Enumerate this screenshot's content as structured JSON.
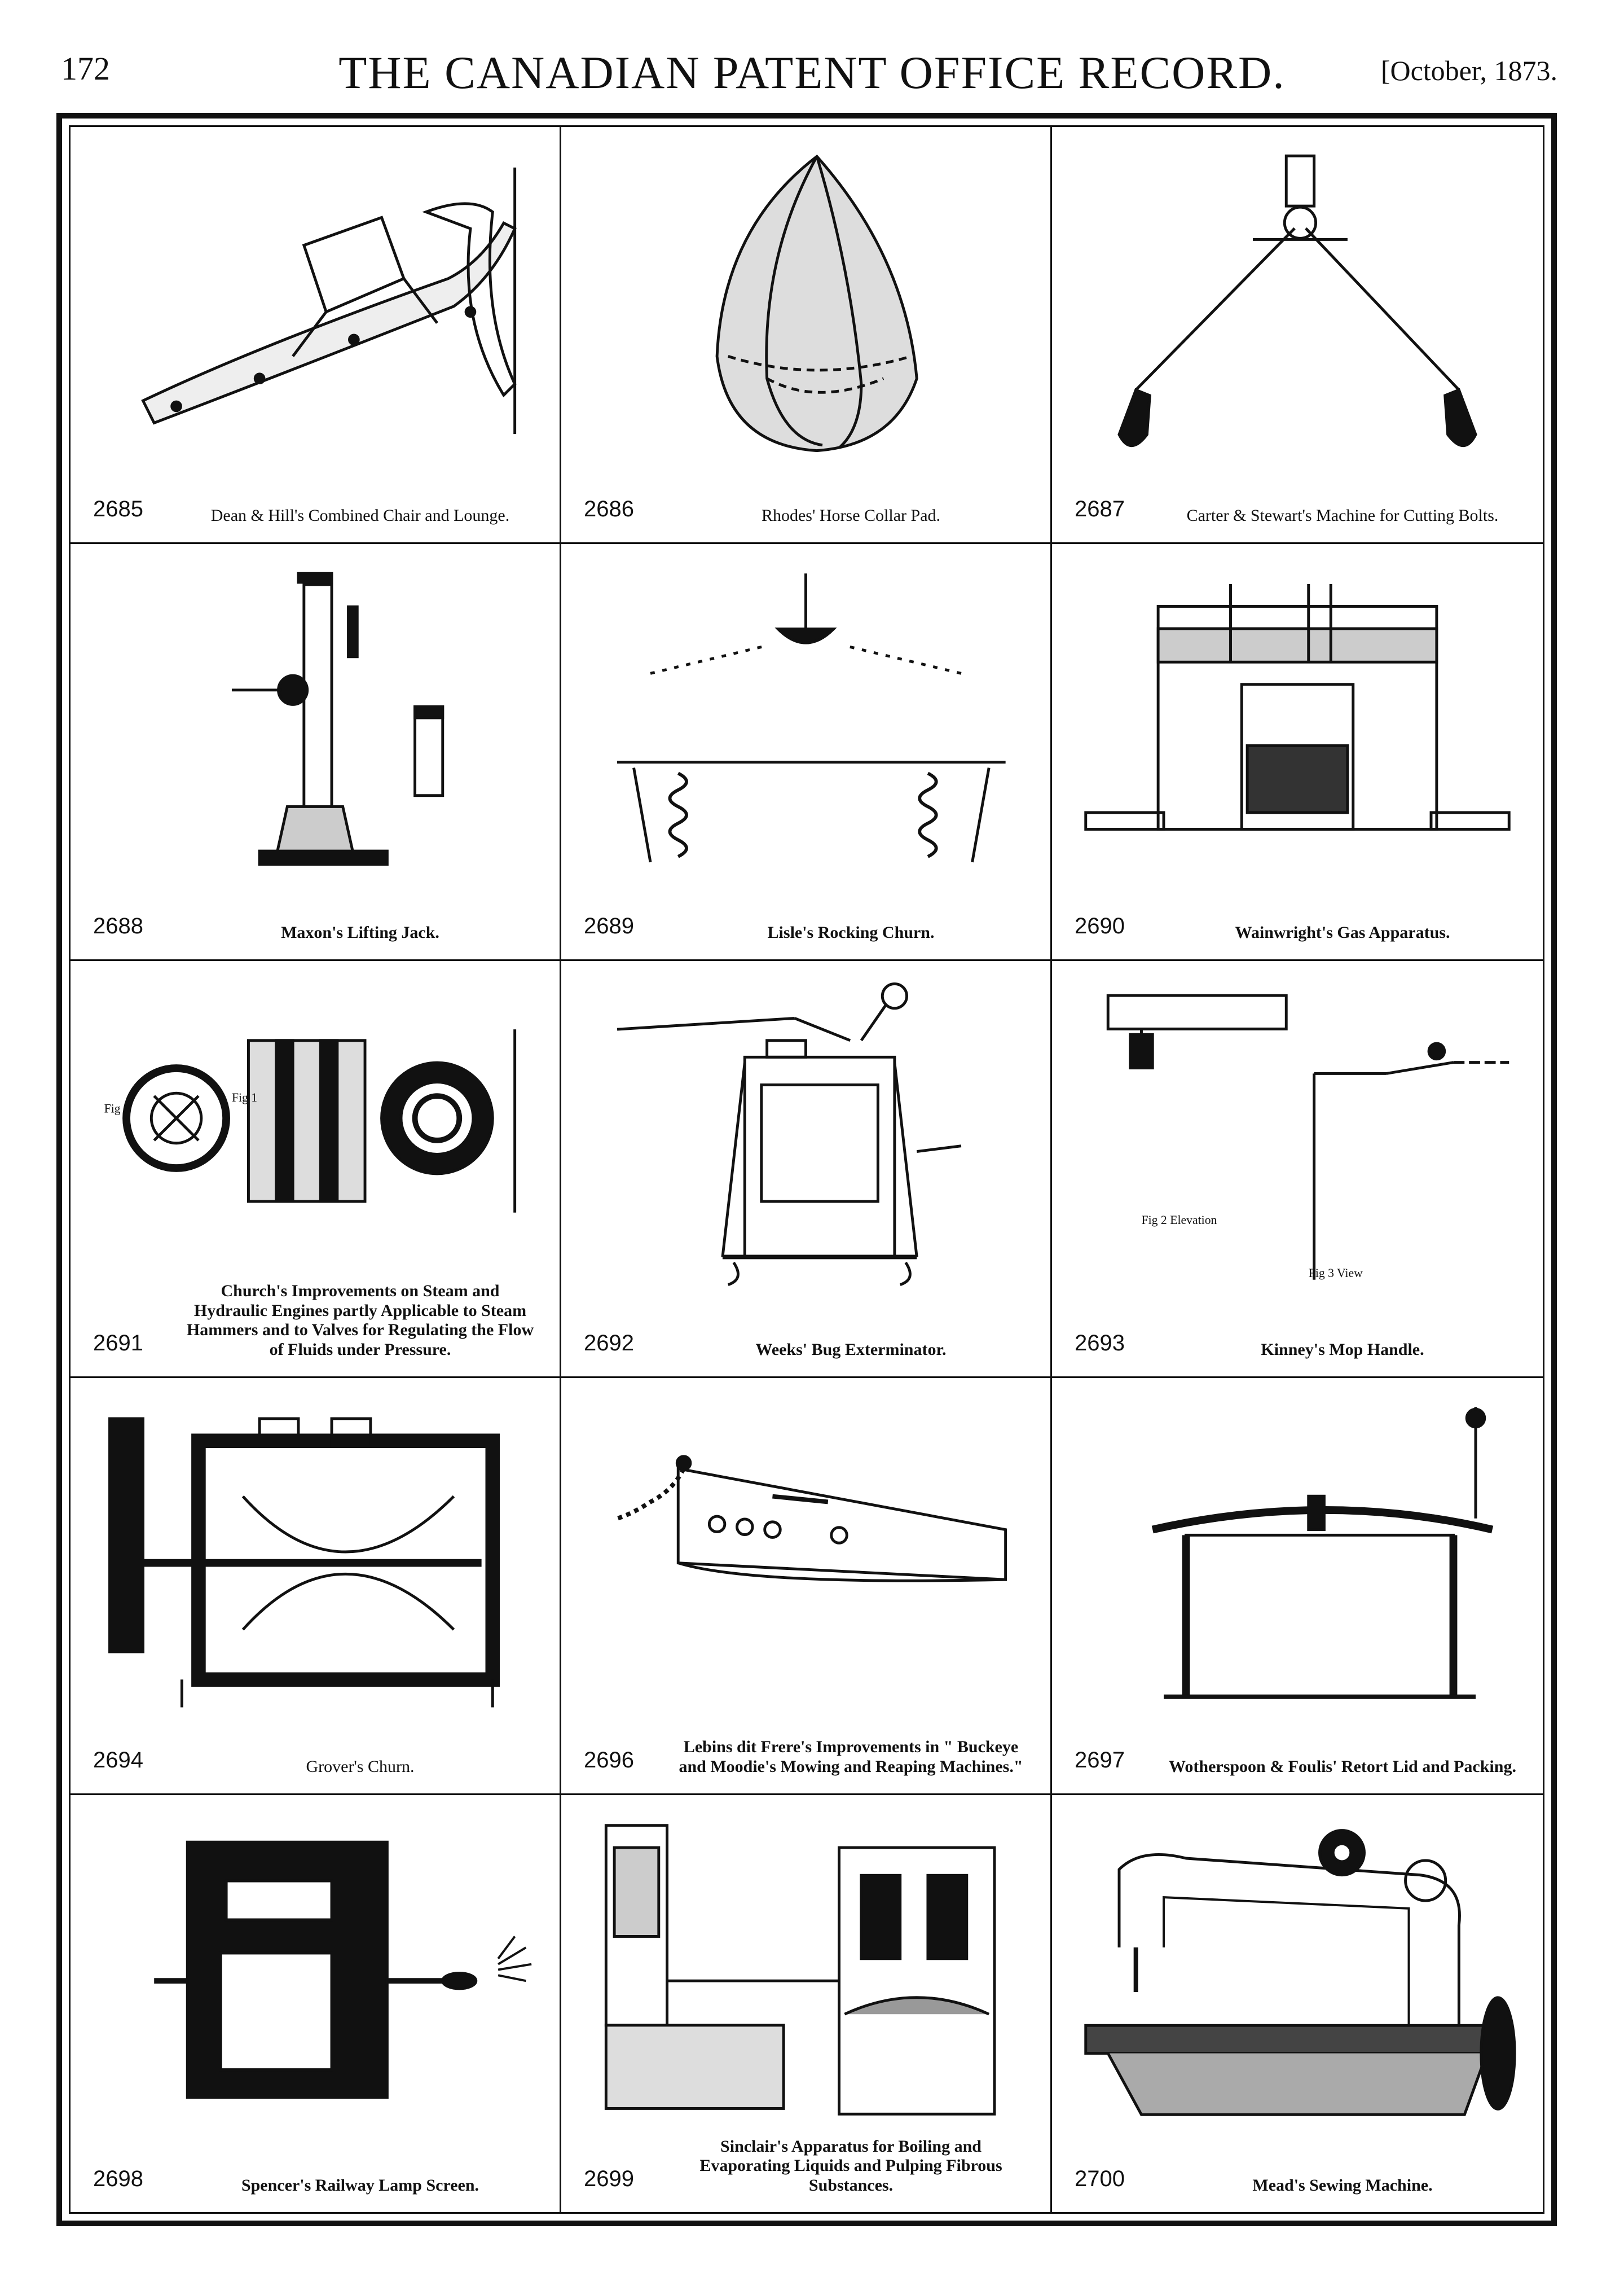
{
  "header": {
    "page_number": "172",
    "title": "THE CANADIAN PATENT OFFICE RECORD.",
    "date": "[October, 1873."
  },
  "figures": [
    {
      "number": "2685",
      "caption": "Dean & Hill's Combined Chair and Lounge."
    },
    {
      "number": "2686",
      "caption": "Rhodes' Horse Collar Pad."
    },
    {
      "number": "2687",
      "caption": "Carter & Stewart's Machine for Cutting Bolts."
    },
    {
      "number": "2688",
      "caption": "Maxon's Lifting Jack."
    },
    {
      "number": "2689",
      "caption": "Lisle's Rocking Churn."
    },
    {
      "number": "2690",
      "caption": "Wainwright's Gas Apparatus."
    },
    {
      "number": "2691",
      "caption": "Church's Improvements on Steam and Hydraulic Engines partly Applicable to Steam Hammers and to Valves for Regulating the Flow of Fluids under Pressure."
    },
    {
      "number": "2692",
      "caption": "Weeks' Bug Exterminator."
    },
    {
      "number": "2693",
      "caption": "Kinney's Mop Handle."
    },
    {
      "number": "2694",
      "caption": "Grover's Churn."
    },
    {
      "number": "2696",
      "caption": "Lebins dit Frere's Improvements in \" Buckeye and Moodie's Mowing and Reaping Machines.\""
    },
    {
      "number": "2697",
      "caption": "Wotherspoon & Foulis' Retort Lid and Packing."
    },
    {
      "number": "2698",
      "caption": "Spencer's Railway Lamp Screen."
    },
    {
      "number": "2699",
      "caption": "Sinclair's Apparatus for Boiling and Evaporating Liquids and Pulping Fibrous Substances."
    },
    {
      "number": "2700",
      "caption": "Mead's Sewing Machine."
    }
  ],
  "fig_labels": {
    "f2693_a": "Fig 2 Elevation",
    "f2693_b": "Fig 3 View",
    "f2691_a": "Fig 3",
    "f2691_b": "Fig 1"
  }
}
